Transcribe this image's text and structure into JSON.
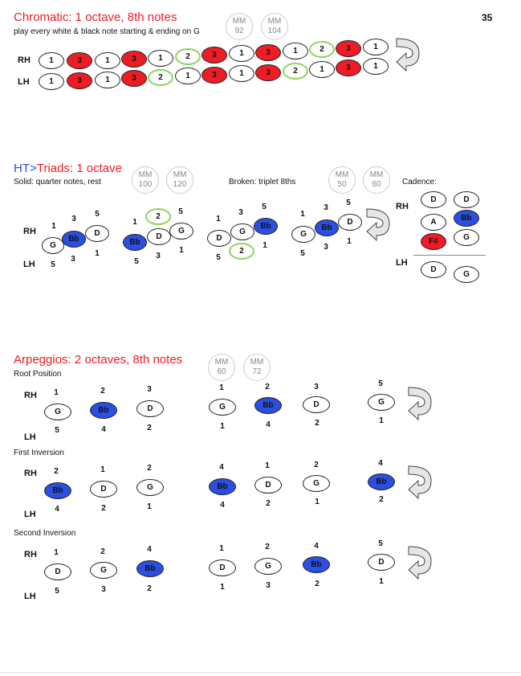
{
  "page_number": "35",
  "hands": {
    "rh": "RH",
    "lh": "LH"
  },
  "chromatic": {
    "title": "Chromatic: 1 octave, 8th notes",
    "subtitle": "play every white & black note starting & ending on G",
    "mm": [
      {
        "label": "MM",
        "value": "92"
      },
      {
        "label": "MM",
        "value": "104"
      }
    ],
    "rh": [
      "1",
      "3",
      "1",
      "3",
      "1",
      "2",
      "3",
      "1",
      "3",
      "1",
      "2",
      "3",
      "1"
    ],
    "lh": [
      "1",
      "3",
      "1",
      "3",
      "2",
      "1",
      "3",
      "1",
      "3",
      "2",
      "1",
      "3",
      "1"
    ]
  },
  "triads": {
    "title_prefix": "HT>",
    "title_rest": "Triads: 1 octave",
    "solid_label": "Solid: quarter notes, rest",
    "mm_solid": [
      {
        "label": "MM",
        "value": "100"
      },
      {
        "label": "MM",
        "value": "120"
      }
    ],
    "broken_label": "Broken: triplet 8ths",
    "mm_broken": [
      {
        "label": "MM",
        "value": "50"
      },
      {
        "label": "MM",
        "value": "60"
      }
    ],
    "cadence_label": "Cadence:",
    "notes": {
      "g": "G",
      "bb": "Bb",
      "d": "D",
      "a": "A",
      "fs": "F#"
    },
    "fingers": {
      "one": "1",
      "two": "2",
      "three": "3",
      "five": "5"
    }
  },
  "arpeggios": {
    "title": "Arpeggios: 2 octaves, 8th notes",
    "mm": [
      {
        "label": "MM",
        "value": "60"
      },
      {
        "label": "MM",
        "value": "72"
      }
    ],
    "root": {
      "label": "Root Position",
      "notes": [
        "G",
        "Bb",
        "D",
        "G",
        "Bb",
        "D",
        "G"
      ],
      "rh": [
        "1",
        "2",
        "3",
        "1",
        "2",
        "3",
        "5"
      ],
      "lh": [
        "5",
        "4",
        "2",
        "1",
        "4",
        "2",
        "1"
      ]
    },
    "first": {
      "label": "First Inversion",
      "notes": [
        "Bb",
        "D",
        "G",
        "Bb",
        "D",
        "G",
        "Bb"
      ],
      "rh": [
        "2",
        "1",
        "2",
        "4",
        "1",
        "2",
        "4"
      ],
      "lh": [
        "4",
        "2",
        "1",
        "4",
        "2",
        "1",
        "2"
      ]
    },
    "second": {
      "label": "Second Inversion",
      "notes": [
        "D",
        "G",
        "Bb",
        "D",
        "G",
        "Bb",
        "D"
      ],
      "rh": [
        "1",
        "2",
        "4",
        "1",
        "2",
        "4",
        "5"
      ],
      "lh": [
        "5",
        "3",
        "2",
        "1",
        "3",
        "2",
        "1"
      ]
    }
  },
  "colors": {
    "black_key": "#ee1c25",
    "flat_note": "#2b4fe0",
    "highlight_ring": "#8cd45c",
    "title_red": "#ee1c25",
    "title_blue": "#2b4fe0"
  }
}
